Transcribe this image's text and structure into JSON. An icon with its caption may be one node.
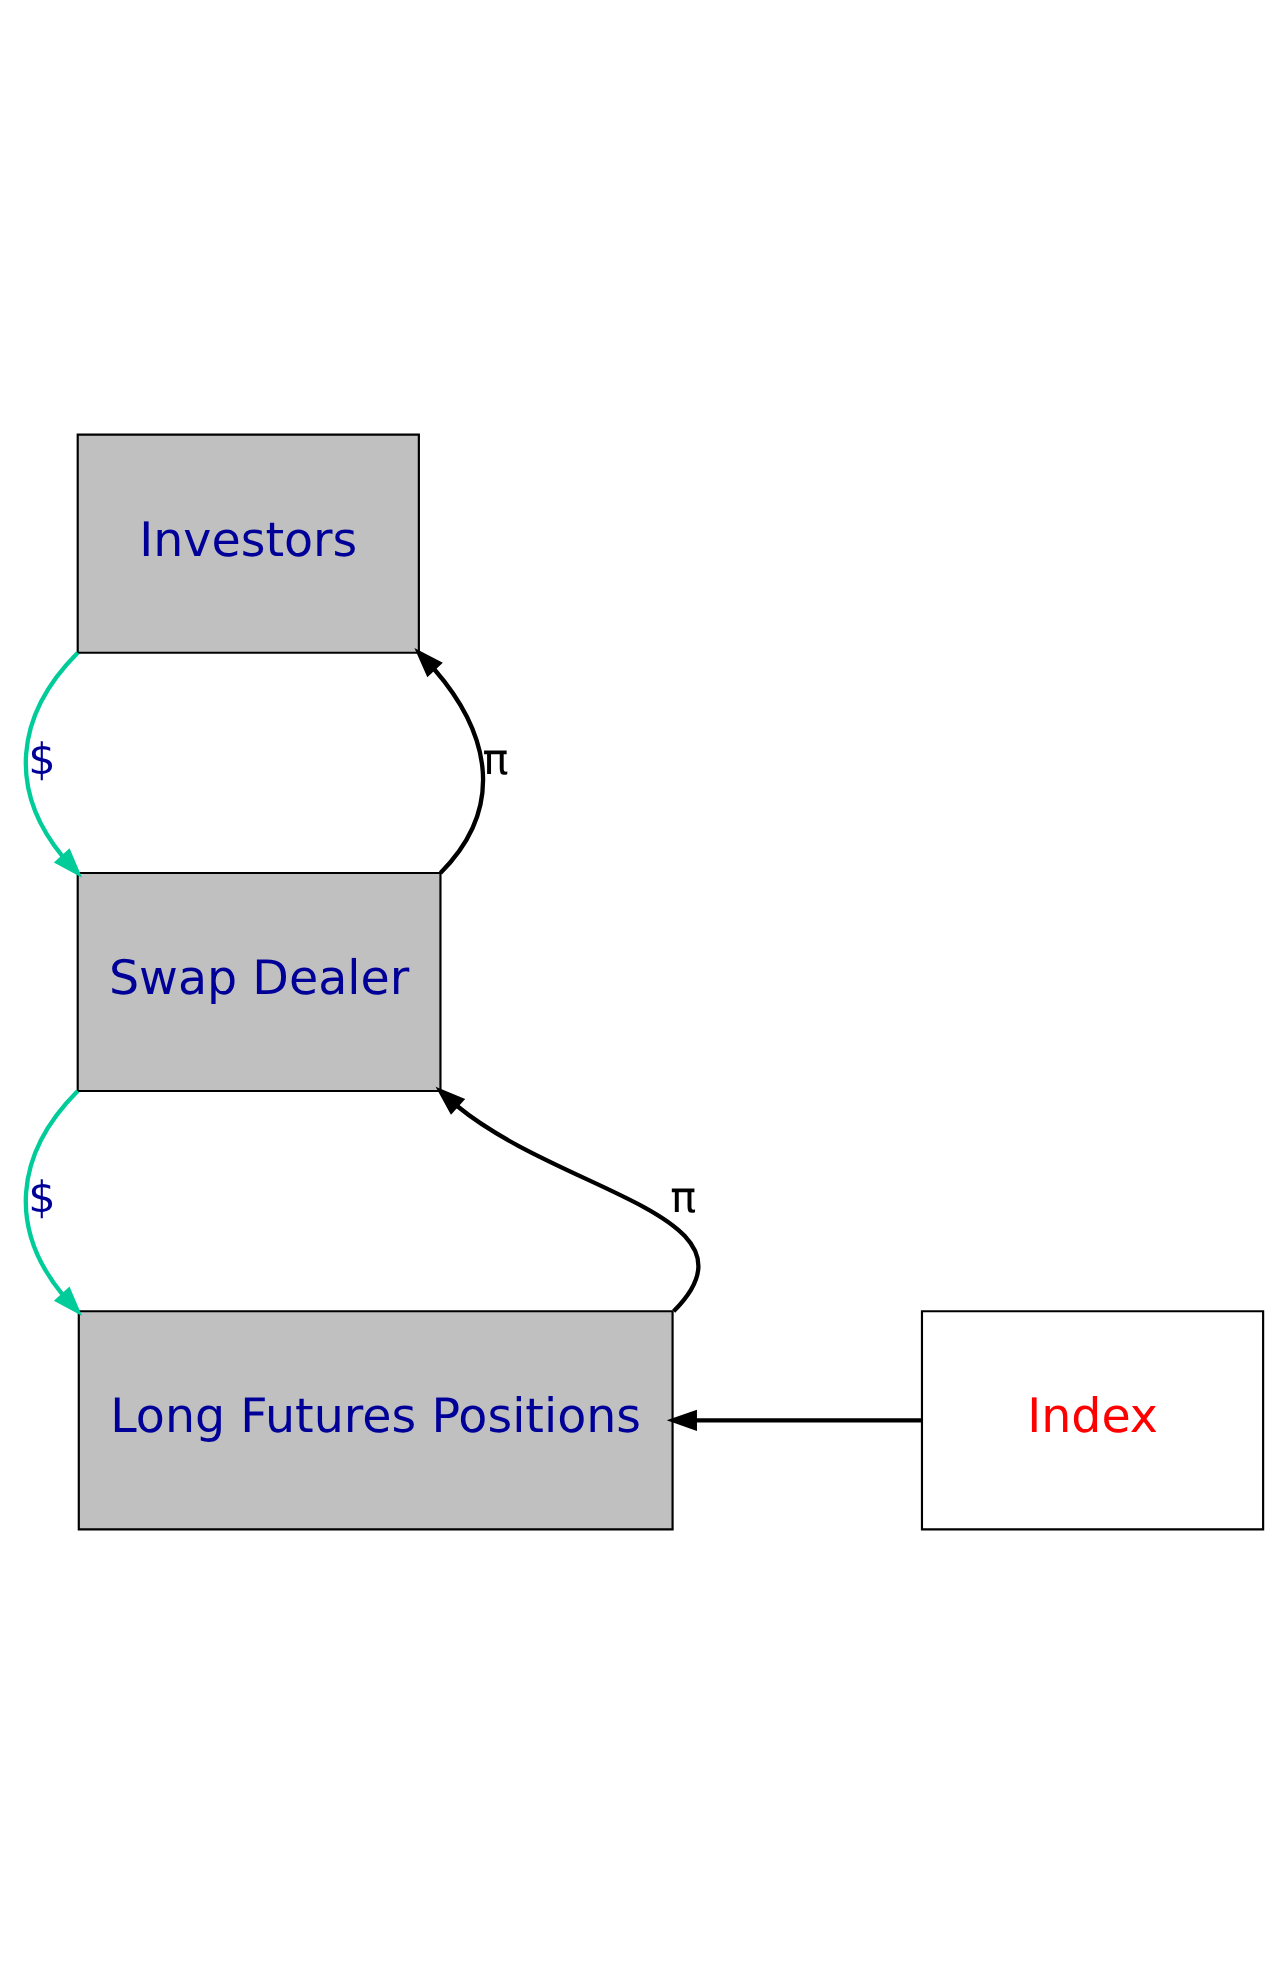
{
  "diagram": {
    "nodes": [
      {
        "text": [
          "Investors"
        ]
      },
      {
        "text": [
          "Swap Dealer"
        ]
      },
      {
        "text": [
          "Long Futures Positions"
        ]
      },
      {
        "text": [
          "Index"
        ]
      }
    ],
    "edges": [
      {
        "from": 0,
        "to": 1,
        "arrow": "to",
        "label": "$",
        "color": "#00cc99"
      },
      {
        "from": 1,
        "to": 0,
        "arrow": "to",
        "label": "π",
        "color": "#000000"
      },
      {
        "from": 1,
        "to": 2,
        "arrow": "to",
        "label": "$",
        "color": "#00cc99"
      },
      {
        "from": 2,
        "to": 1,
        "arrow": "to",
        "label": "π",
        "color": "#000000"
      },
      {
        "from": 3,
        "to": 2,
        "arrow": "to"
      }
    ]
  }
}
